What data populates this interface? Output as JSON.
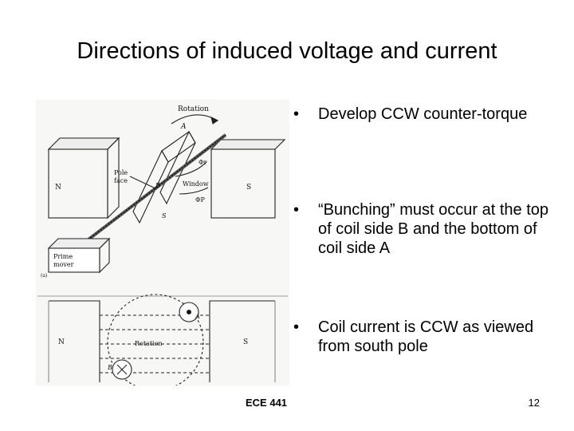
{
  "slide": {
    "title": "Directions of induced voltage and current",
    "bullets": [
      {
        "bullet": "•",
        "text": "Develop CCW counter-torque"
      },
      {
        "bullet": "•",
        "text": "“Bunching” must occur at the top of coil side B and the bottom of coil side A"
      },
      {
        "bullet": "•",
        "text": "Coil current is CCW as viewed from south pole"
      }
    ],
    "footer": {
      "course": "ECE 441",
      "page_number": "12"
    }
  },
  "figure": {
    "top_labels": {
      "rotation": "Rotation",
      "a": "A",
      "phi_r": "Φr",
      "pole_face": "Pole\nface",
      "window": "Window",
      "phi_p": "ΦP",
      "n": "N",
      "s": "S",
      "b": "B",
      "s_coil": "S",
      "prime_mover": "Prime\nmover",
      "panel": "(a)"
    },
    "bottom_labels": {
      "n": "N",
      "s": "S",
      "rotation": "Rotation",
      "a": "A",
      "b": "B"
    }
  }
}
